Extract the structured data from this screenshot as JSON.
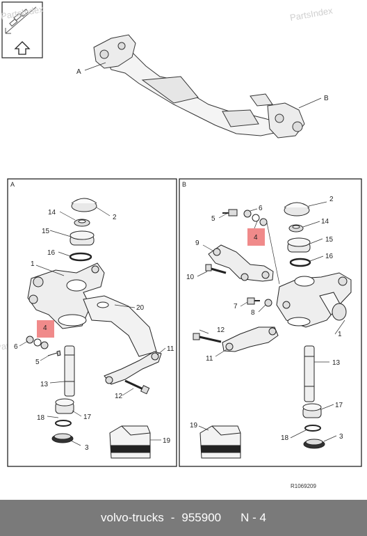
{
  "watermark": "PartsIndex",
  "overview": {
    "label_a": "A",
    "label_b": "B"
  },
  "panel_a": {
    "letter": "A",
    "callouts": {
      "c1": "1",
      "c2": "2",
      "c3": "3",
      "c4": "4",
      "c5": "5",
      "c6": "6",
      "c11": "11",
      "c12": "12",
      "c13": "13",
      "c14": "14",
      "c15": "15",
      "c16": "16",
      "c17": "17",
      "c18": "18",
      "c19": "19",
      "c20": "20"
    }
  },
  "panel_b": {
    "letter": "B",
    "callouts": {
      "c1": "1",
      "c2": "2",
      "c3": "3",
      "c4": "4",
      "c5": "5",
      "c6": "6",
      "c7": "7",
      "c8": "8",
      "c9": "9",
      "c10": "10",
      "c11": "11",
      "c12": "12",
      "c13": "13",
      "c14": "14",
      "c15": "15",
      "c16": "16",
      "c17": "17",
      "c18": "18",
      "c19": "19"
    }
  },
  "reference_code": "R1069209",
  "highlight_color": "#f08a8a",
  "footer": {
    "brand": "volvo-trucks",
    "separator": "-",
    "part_number": "955900",
    "sheet": "N - 4"
  }
}
